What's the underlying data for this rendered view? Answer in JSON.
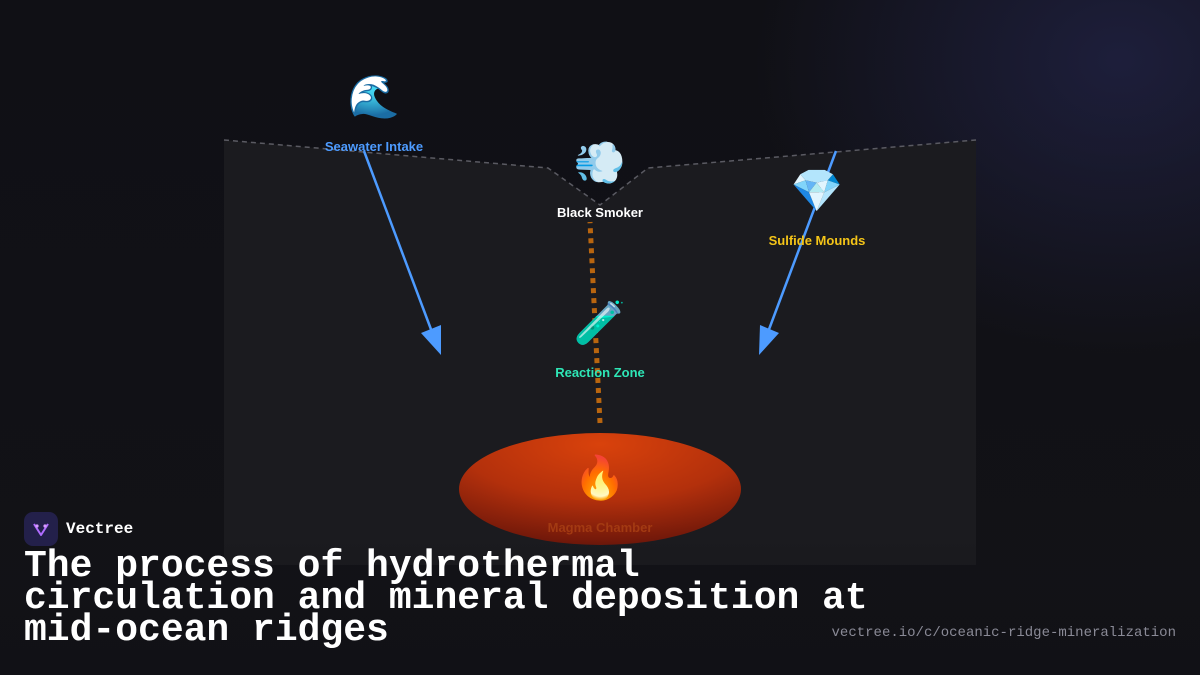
{
  "diagram": {
    "nodes": [
      {
        "id": "seawater",
        "label": "Seawater Intake",
        "icon": "wave-icon",
        "glyph": "🌊",
        "color": "#4d9bff"
      },
      {
        "id": "smoker",
        "label": "Black Smoker",
        "icon": "dash-smoke-icon",
        "glyph": "💨",
        "color": "#ffffff"
      },
      {
        "id": "sulfide",
        "label": "Sulfide Mounds",
        "icon": "gem-icon",
        "glyph": "💎",
        "color": "#f5c518"
      },
      {
        "id": "reaction",
        "label": "Reaction Zone",
        "icon": "test-tube-icon",
        "glyph": "🧪",
        "color": "#2ee6b6"
      },
      {
        "id": "magma",
        "label": "Magma Chamber",
        "icon": "fire-icon",
        "glyph": "🔥",
        "color": "#a33a12"
      }
    ],
    "colors": {
      "arrow": "#4d9bff",
      "plume": "#b8650f",
      "crust": "#1b1b1f",
      "magma_top": "#d9420c",
      "magma_bottom": "#7a1a0a"
    }
  },
  "brand": {
    "name": "Vectree",
    "logo": "vectree-logo-icon"
  },
  "title": "The process of hydrothermal circulation and mineral deposition at mid-ocean ridges",
  "url": "vectree.io/c/oceanic-ridge-mineralization"
}
